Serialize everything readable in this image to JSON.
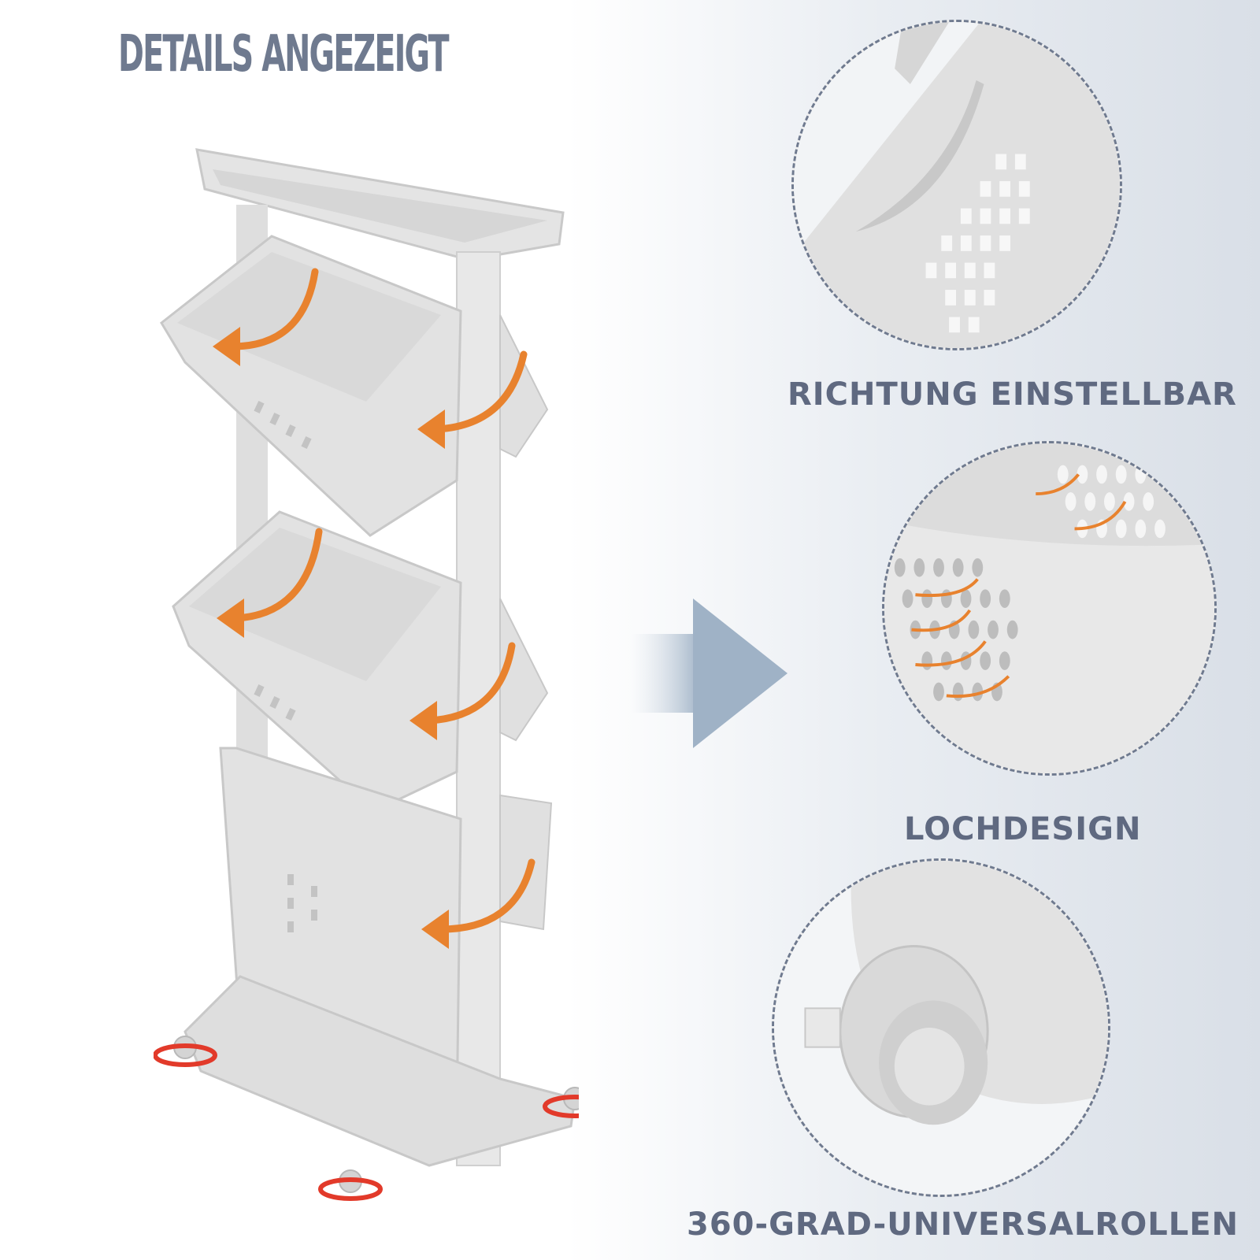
{
  "heading": "DETAILS ANGEZEIGT",
  "features": [
    {
      "label": "RICHTUNG EINSTELLBAR",
      "icon": "basket-handle-closeup"
    },
    {
      "label": "LOCHDESIGN",
      "icon": "perforated-holes-closeup"
    },
    {
      "label": "360-GRAD-UNIVERSALROLLEN",
      "icon": "caster-wheel-closeup"
    }
  ],
  "colors": {
    "accent_arrows": "#e8822e",
    "wheel_rotation": "#e23a2a",
    "text": "#5f6980",
    "product": "#e2e2e2"
  }
}
